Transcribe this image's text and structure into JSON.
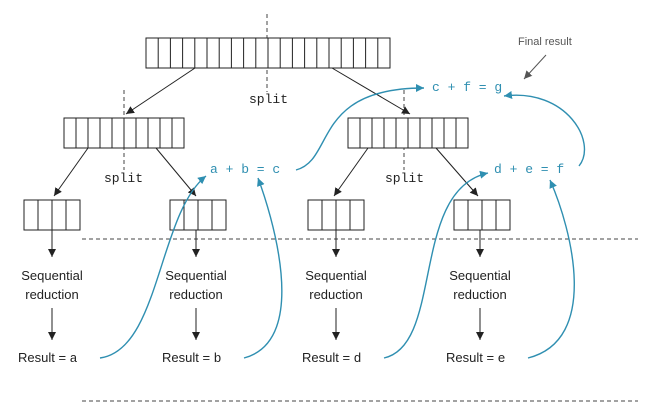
{
  "labels": {
    "split": "split",
    "final_result": "Final result",
    "sequential_line1": "Sequential",
    "sequential_line2": "reduction",
    "result_prefix": "Result = "
  },
  "results": [
    "a",
    "b",
    "d",
    "e"
  ],
  "equations": {
    "abc": "a + b = c",
    "def": "d + e = f",
    "cfg": "c + f = g"
  },
  "colors": {
    "accent": "#2f8fb1",
    "line": "#222222",
    "dashed": "#444444"
  }
}
